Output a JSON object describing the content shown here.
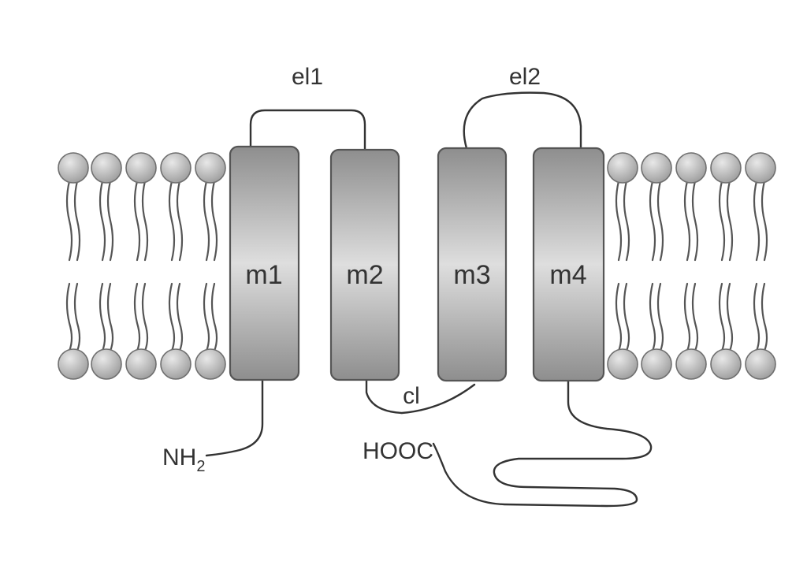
{
  "diagram": {
    "segments": [
      {
        "id": "m1",
        "label": "m1"
      },
      {
        "id": "m2",
        "label": "m2"
      },
      {
        "id": "m3",
        "label": "m3"
      },
      {
        "id": "m4",
        "label": "m4"
      }
    ],
    "loops": {
      "el1": "el1",
      "el2": "el2",
      "cl": "cl"
    },
    "termini": {
      "n_main": "NH",
      "n_sub": "2",
      "c": "HOOC"
    }
  }
}
